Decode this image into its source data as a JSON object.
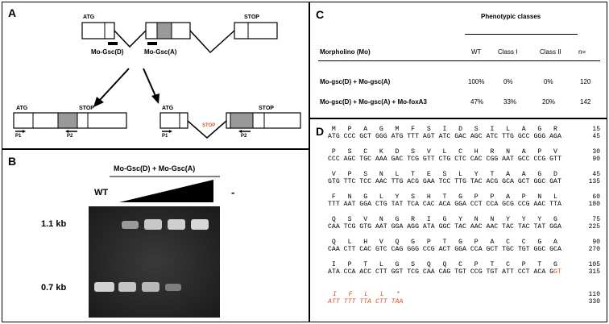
{
  "panelA": {
    "label": "A",
    "atg": "ATG",
    "stop": "STOP",
    "mo_d": "Mo-Gsc(D)",
    "mo_a": "Mo-Gsc(A)",
    "p1": "P1",
    "p2": "P2",
    "stop_red": "STOP"
  },
  "panelB": {
    "label": "B",
    "treatment": "Mo-Gsc(D) + Mo-Gsc(A)",
    "wt": "WT",
    "minus": "-",
    "size_high": "1.1 kb",
    "size_low": "0.7 kb"
  },
  "panelC": {
    "label": "C",
    "header_group": "Phenotypic classes",
    "col_mo": "Morpholino (Mo)",
    "col_wt": "WT",
    "col_c1": "Class I",
    "col_c2": "Class II",
    "col_n": "n=",
    "rows": [
      {
        "mo": "Mo-gsc(D) + Mo-gsc(A)",
        "wt": "100%",
        "c1": "0%",
        "c2": "0%",
        "n": "120"
      },
      {
        "mo": "Mo-gsc(D) + Mo-gsc(A) + Mo-foxA3",
        "wt": "47%",
        "c1": "33%",
        "c2": "20%",
        "n": "142"
      }
    ]
  },
  "panelD": {
    "label": "D",
    "lines": [
      {
        "aa": " M   P   A   G   M   F   S   I   D   S   I   L   A   G   R",
        "nt": "ATG CCC GCT GGG ATG TTT AGT ATC GAC AGC ATC TTG GCC GGG AGA",
        "n1": "15",
        "n2": "45"
      },
      {
        "aa": " P   S   C   K   D   S   V   L   C   H   R   N   A   P   V",
        "nt": "CCC AGC TGC AAA GAC TCG GTT CTG CTC CAC CGG AAT GCC CCG GTT",
        "n1": "30",
        "n2": "90"
      },
      {
        "aa": " V   P   S   N   L   T   E   S   L   Y   T   A   A   G   D",
        "nt": "GTG TTC TCC AAC TTG ACG GAA TCC TTG TAC ACG GCA GCT GGC GAT",
        "n1": "45",
        "n2": "135"
      },
      {
        "aa": " F   N   G   L   Y   S   H   T   G   P   P   A   P   N   L",
        "nt": "TTT AAT GGA CTG TAT TCA CAC ACA GGA CCT CCA GCG CCG AAC TTA",
        "n1": "60",
        "n2": "180"
      },
      {
        "aa": " Q   S   V   N   G   R   I   G   Y   N   N   Y   Y   Y   G",
        "nt": "CAA TCG GTG AAT GGA AGG ATA GGC TAC AAC AAC TAC TAC TAT GGA",
        "n1": "75",
        "n2": "225"
      },
      {
        "aa": " Q   L   H   V   Q   G   P   T   G   P   A   C   C   G   A",
        "nt": "CAA CTT CAC GTC CAG GGG CCG ACT GGA CCA GCT TGC TGT GGC GCA",
        "n1": "90",
        "n2": "270"
      },
      {
        "aa": " I   P   T   L   G   S   Q   Q   C   P   T   C   P   T   G",
        "nt": "ATA CCA ACC CTT GGT TCG CAA CAG TGT CCG TGT ATT CCT ACA G",
        "n1": "105",
        "n2": "315"
      }
    ],
    "red_aa": "I   F   L   L   *",
    "red_nt": "ATT TTT TTA CTT TAA",
    "red_gt": "GT",
    "last_n1": "110",
    "last_n2": "330"
  }
}
